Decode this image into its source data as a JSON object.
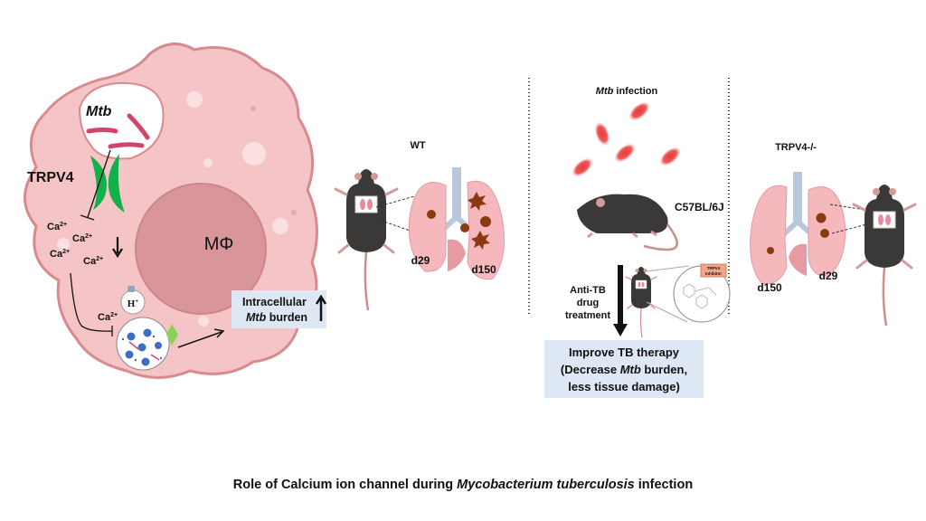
{
  "cell": {
    "mtb_label": "Mtb",
    "channel_label": "TRPV4",
    "ca_labels": [
      "Ca",
      "Ca",
      "Ca",
      "Ca",
      "Ca"
    ],
    "ca_charge": "2+",
    "proton_label": "H",
    "proton_charge": "+",
    "nucleus_label": "MΦ",
    "burden_box": {
      "line1": "Intracellular",
      "line2_italic": "Mtb",
      "line2_rest": " burden"
    }
  },
  "wt_panel": {
    "title": "WT",
    "day_early": "d29",
    "day_late": "d150"
  },
  "center_panel": {
    "infection_italic": "Mtb",
    "infection_rest": " infection",
    "strain": "C57BL/6J",
    "treatment_lines": [
      "Anti-TB",
      "drug",
      "treatment"
    ],
    "inhibitor_tag": [
      "TRPV4",
      "Inhibitor"
    ],
    "result_box": {
      "line1": "Improve TB therapy",
      "line2_pre": "(Decrease ",
      "line2_italic": "Mtb",
      "line2_post": " burden,",
      "line3": "less tissue damage)"
    }
  },
  "ko_panel": {
    "title": "TRPV4-/-",
    "day_late": "d150",
    "day_early": "d29"
  },
  "caption": {
    "pre": "Role of Calcium ion channel during ",
    "italic": "Mycobacterium tuberculosis",
    "post": " infection"
  },
  "colors": {
    "cell_fill": "#f5c4c6",
    "cell_stroke": "#d98a8e",
    "nucleus": "#d9969a",
    "channel": "#12b04a",
    "bacteria": "#d2456a",
    "box_fill": "#dde8f4",
    "lung": "#f4b8bd",
    "lesion": "#8a3a10",
    "mouse": "#3b3838"
  }
}
